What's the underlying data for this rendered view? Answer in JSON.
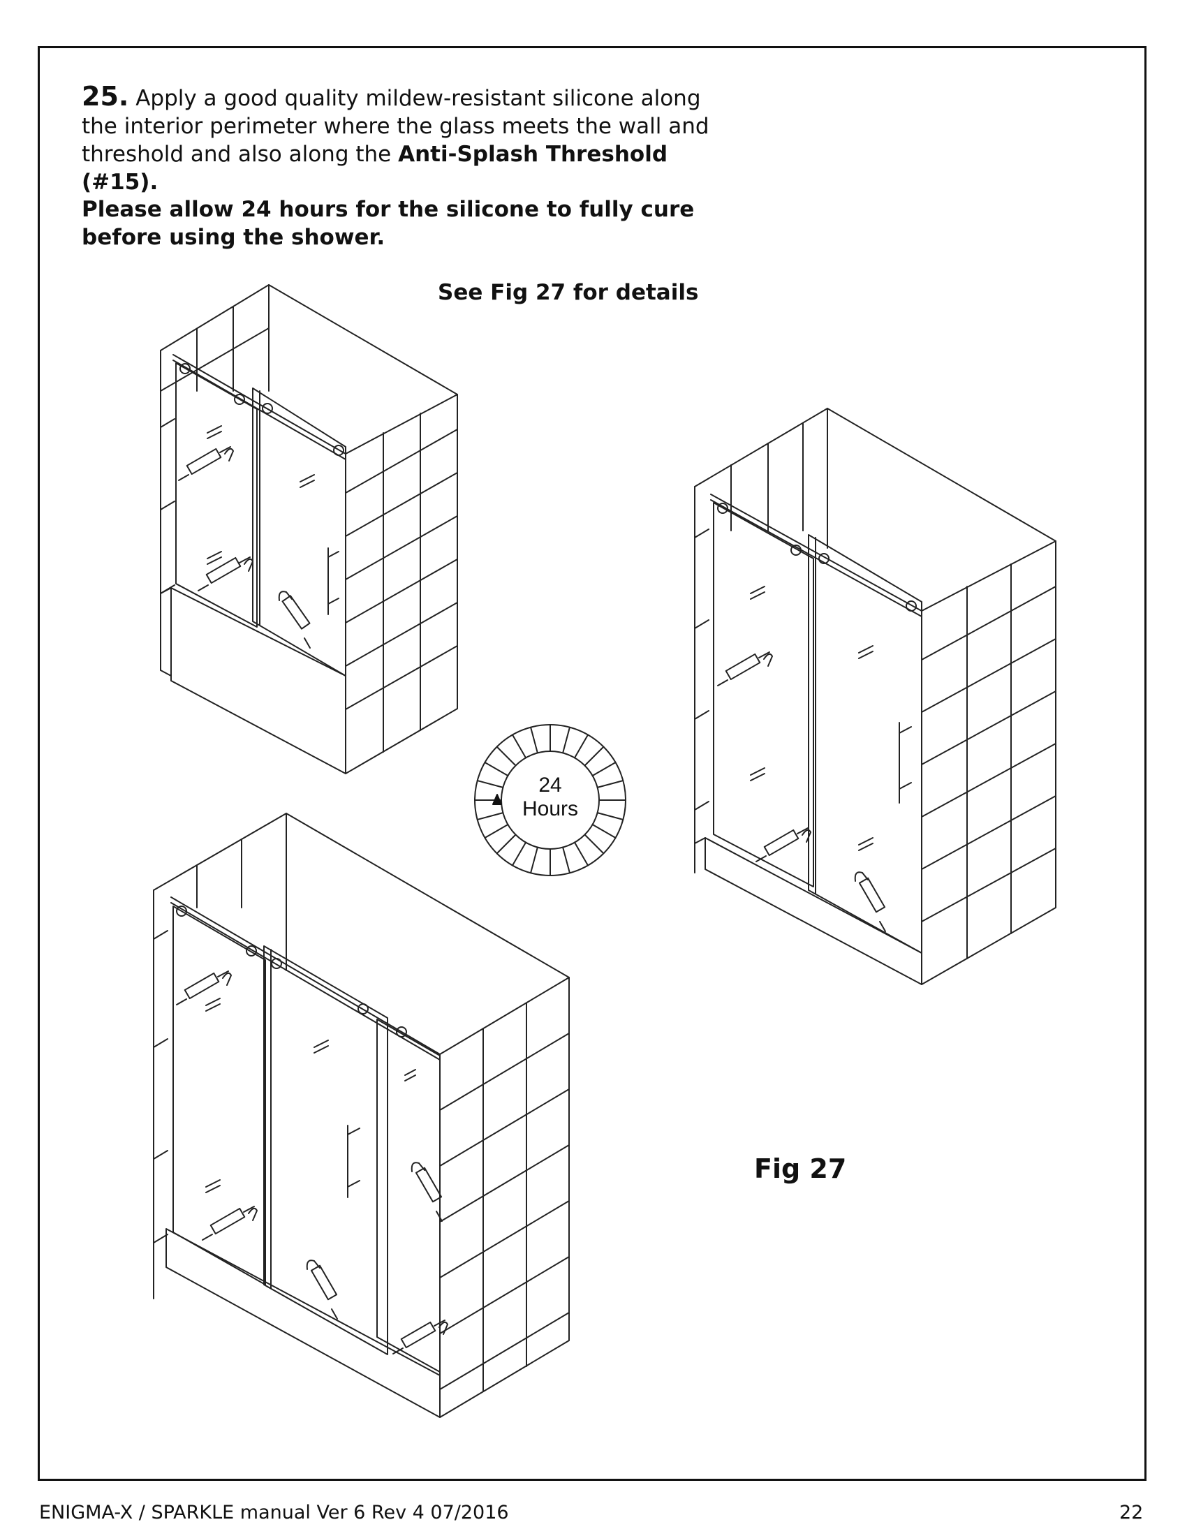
{
  "instructions": {
    "step_number": "25.",
    "step_text_1": "Apply a good quality mildew-resistant silicone along the interior perimeter where the glass meets the wall and threshold and also along the ",
    "step_text_bold": "Anti-Splash Threshold (#15).",
    "warning": "Please allow 24 hours for the silicone to fully cure before using the shower.",
    "see_reference": "See Fig 27 for details"
  },
  "clock": {
    "value": "24",
    "unit": "Hours"
  },
  "figure": {
    "label": "Fig 27"
  },
  "footer": {
    "manual": "ENIGMA-X / SPARKLE manual Ver 6  Rev 4  07/2016",
    "page_number": "22"
  }
}
